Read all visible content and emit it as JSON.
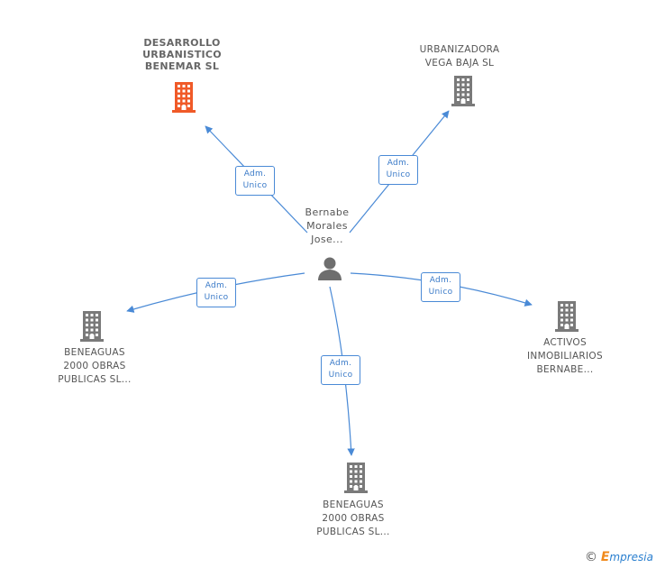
{
  "center": {
    "name_lines": [
      "Bernabe",
      "Morales",
      "Jose..."
    ]
  },
  "nodes": [
    {
      "id": "desarrollo",
      "lines": [
        "DESARROLLO",
        "URBANISTICO",
        "BENEMAR SL"
      ],
      "highlight": true
    },
    {
      "id": "urbanizadora",
      "lines": [
        "URBANIZADORA",
        "VEGA BAJA SL"
      ],
      "highlight": false
    },
    {
      "id": "beneaguas-left",
      "lines": [
        "BENEAGUAS",
        "2000 OBRAS",
        "PUBLICAS SL..."
      ],
      "highlight": false
    },
    {
      "id": "activos",
      "lines": [
        "ACTIVOS",
        "INMOBILIARIOS",
        "BERNABE..."
      ],
      "highlight": false
    },
    {
      "id": "beneaguas-bottom",
      "lines": [
        "BENEAGUAS",
        "2000 OBRAS",
        "PUBLICAS SL..."
      ],
      "highlight": false
    }
  ],
  "edges": [
    {
      "to": "desarrollo",
      "role_lines": [
        "Adm.",
        "Unico"
      ]
    },
    {
      "to": "urbanizadora",
      "role_lines": [
        "Adm.",
        "Unico"
      ]
    },
    {
      "to": "beneaguas-left",
      "role_lines": [
        "Adm.",
        "Unico"
      ]
    },
    {
      "to": "activos",
      "role_lines": [
        "Adm.",
        "Unico"
      ]
    },
    {
      "to": "beneaguas-bottom",
      "role_lines": [
        "Adm.",
        "Unico"
      ]
    }
  ],
  "colors": {
    "edge": "#4a8ad6",
    "building": "#7a7a7a",
    "highlight": "#f05a28",
    "person": "#6e6e6e"
  },
  "icons": {
    "company": "building-icon",
    "person": "person-icon"
  },
  "footer": {
    "copyright": "©",
    "brand_initial": "E",
    "brand_rest": "mpresia"
  }
}
